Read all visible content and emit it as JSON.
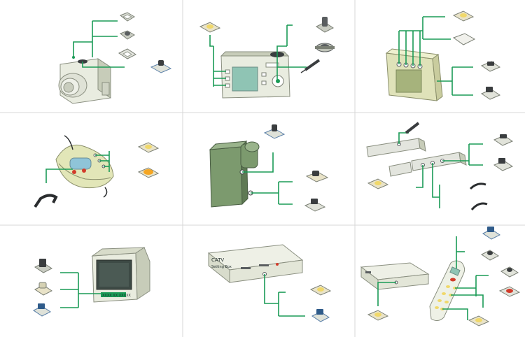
{
  "colors": {
    "grid": "#d7d7d7",
    "leader": "#1a9b56",
    "device_light": "#e9ece0",
    "camcorder": "#7c9a6e",
    "lcd": "#8fc4b4",
    "red_button": "#d23b2a",
    "yellow_button": "#f0d86a"
  },
  "panels": [
    {
      "name": "digital-camera-front"
    },
    {
      "name": "digital-camera-back"
    },
    {
      "name": "handheld-device"
    },
    {
      "name": "mouse-shaped-device"
    },
    {
      "name": "camcorder"
    },
    {
      "name": "usb-sticks"
    },
    {
      "name": "crt-monitor"
    },
    {
      "name": "catv-set-top-box"
    },
    {
      "name": "remote-and-set-top-box"
    }
  ],
  "catv": {
    "brand": "CATV",
    "model": "Setting Box"
  },
  "monitor": {
    "badge_text": "XXXX XX XXXXX"
  }
}
